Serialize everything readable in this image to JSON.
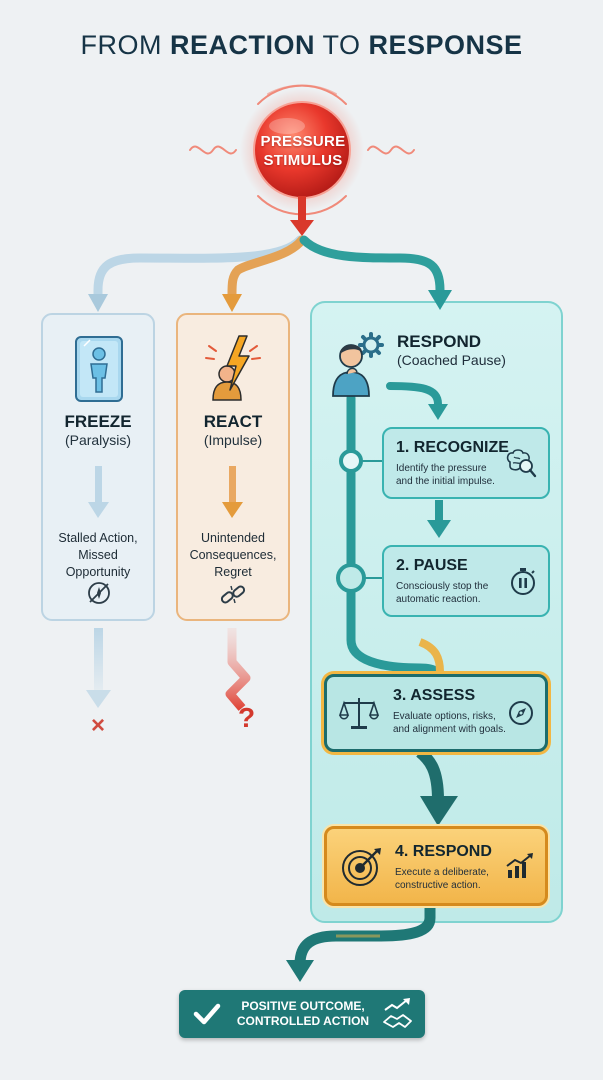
{
  "title": {
    "part1": "FROM",
    "part2": "REACTION",
    "part3": "TO",
    "part4": "RESPONSE"
  },
  "stimulus": {
    "line1": "PRESSURE",
    "line2": "STIMULUS"
  },
  "freeze": {
    "title": "FREEZE",
    "subtitle": "(Paralysis)",
    "note_line1": "Stalled Action,",
    "note_line2": "Missed",
    "note_line3": "Opportunity",
    "end_mark": "×"
  },
  "react": {
    "title": "REACT",
    "subtitle": "(Impulse)",
    "note_line1": "Unintended",
    "note_line2": "Consequences,",
    "note_line3": "Regret",
    "end_mark": "?"
  },
  "respond_panel": {
    "title": "RESPOND",
    "subtitle": "(Coached Pause)"
  },
  "steps": [
    {
      "title": "1. RECOGNIZE",
      "desc": "Identify the pressure and the initial impulse."
    },
    {
      "title": "2. PAUSE",
      "desc": "Consciously stop the automatic reaction."
    },
    {
      "title": "3. ASSESS",
      "desc": "Evaluate options, risks, and alignment with goals."
    },
    {
      "title": "4. RESPOND",
      "desc": "Execute a deliberate, constructive action."
    }
  ],
  "outcome": {
    "line1": "POSITIVE OUTCOME,",
    "line2": "CONTROLLED ACTION"
  },
  "colors": {
    "freeze": "#a9c9dc",
    "react": "#e49b3c",
    "teal": "#2a9a99",
    "teal_dark": "#1f7876",
    "stimulus": "#e9382c",
    "gold": "#f2b743"
  },
  "icons": {
    "stimulus": "pressure-orb",
    "freeze": "frozen-person-icon",
    "react": "lightning-person-icon",
    "respond": "thinking-person-gear-icon",
    "freeze_note": "blocked-compass-icon",
    "react_note": "broken-link-icon",
    "recognize": "brain-magnifier-icon",
    "pause": "stopwatch-pause-icon",
    "assess": "balance-scale-icon",
    "assess_extra": "compass-icon",
    "respond_step": "target-arrow-icon",
    "respond_extra": "growth-chart-icon",
    "outcome": "checkmark-icon",
    "outcome_extra": "handshake-growth-icon"
  }
}
